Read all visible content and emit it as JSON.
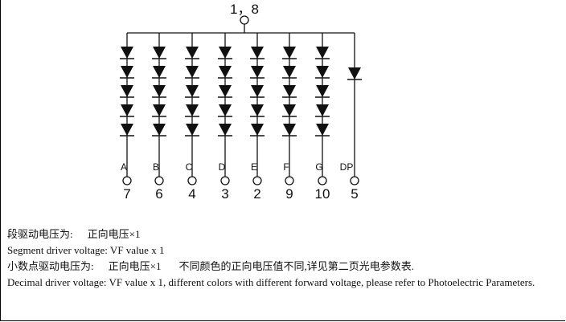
{
  "common_pin": {
    "label": "1，8"
  },
  "segments": [
    {
      "name": "A",
      "pin": "7"
    },
    {
      "name": "B",
      "pin": "6"
    },
    {
      "name": "C",
      "pin": "4"
    },
    {
      "name": "D",
      "pin": "3"
    },
    {
      "name": "E",
      "pin": "2"
    },
    {
      "name": "F",
      "pin": "9"
    },
    {
      "name": "G",
      "pin": "10"
    },
    {
      "name": "DP",
      "pin": "5"
    }
  ],
  "diodes_per_segment": 5,
  "diodes_dp": 1,
  "notes": {
    "line1_label": "段驱动电压为:",
    "line1_value": "正向电压×1",
    "line2": "Segment driver voltage: VF value x 1",
    "line3_label": "小数点驱动电压为:",
    "line3_value": "正向电压×1",
    "line3_extra": "不同颜色的正向电压值不同,详见第二页光电参数表.",
    "line4": "Decimal driver voltage: VF value x 1, different colors with different forward voltage, please refer to Photoelectric Parameters."
  }
}
